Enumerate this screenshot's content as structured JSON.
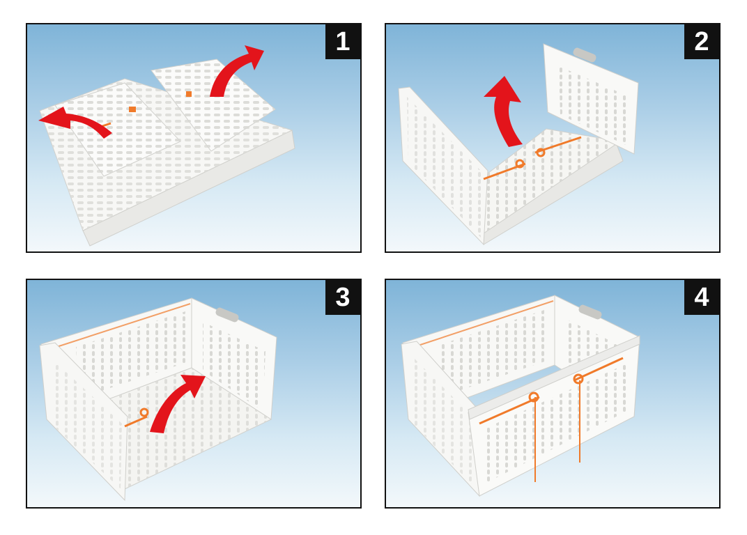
{
  "steps": [
    {
      "number": "1"
    },
    {
      "number": "2"
    },
    {
      "number": "3"
    },
    {
      "number": "4"
    }
  ],
  "colors": {
    "arrow": "#e3141b",
    "latch": "#f07a2a",
    "crate": "#f7f7f5",
    "badge": "#111111"
  },
  "icons": [
    "curved-arrow-icon",
    "crate-illustration"
  ]
}
